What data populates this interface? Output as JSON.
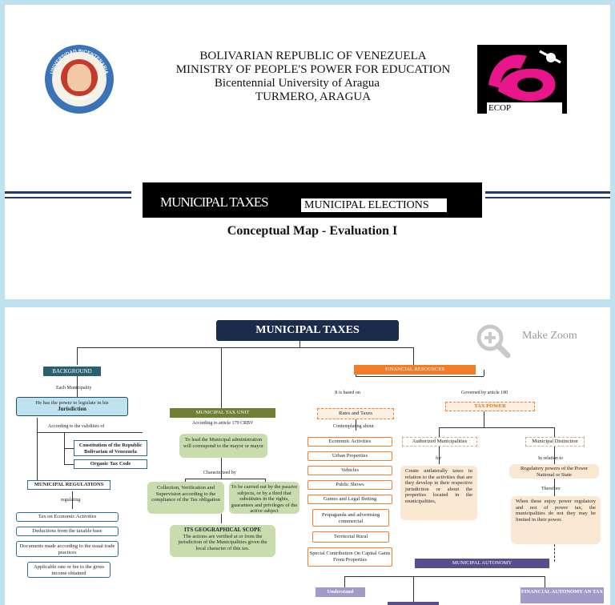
{
  "header": {
    "line1": "BOLIVARIAN REPUBLIC OF VENEZUELA",
    "line2": "MINISTRY OF PEOPLE'S POWER FOR EDUCATION",
    "line3": "Bicentennial University of Aragua",
    "line4": "TURMERO, ARAGUA",
    "seal_text_top": "UNIVERSIDAD BICENTENARIA",
    "seal_text_bottom": "ARAGUA",
    "logo_label": "ECOP"
  },
  "banner": {
    "left": "MUNICIPAL TAXES",
    "right": "MUNICIPAL ELECTIONS"
  },
  "subtitle": "Conceptual Map - Evaluation I",
  "map": {
    "title": "MUNICIPAL TAXES",
    "zoom_label": "Make Zoom",
    "background": {
      "title": "BACKGROUND",
      "each": "Each Municipality",
      "power": "He has the power to legislate in his",
      "jurisdiction": "Jurisdiction",
      "according": "According to the validities of",
      "constitution": "Constitution of the Republic Bolivarian of Venezuela",
      "organic": "Organic Tax Code",
      "regulations": "MUNICIPAL REGULATIONS",
      "regulating": "regulating",
      "items": [
        "Tax on Economic Activities",
        "Deductions from the taxable base",
        "Documents made according to the usual trade practices",
        "Applicable rate or fee to the gross income obtained"
      ]
    },
    "unit": {
      "title": "MUNICIPAL TAX UNIT",
      "according": "According to article 179 CRBV",
      "lead": "To lead the Municipal administration will correspond to the mayor or mayor",
      "characterized": "Characterized by",
      "left": "Collection, Verification and Supervision according to the compliance of the Tax obligation",
      "right": "To be carried out by the passive subjects, or by a third that substitutes in the rights, guarantees and privileges of the active subject",
      "scope_title": "ITS GEOGRAPHICAL SCOPE",
      "scope_text": "The actions are verified at or from the jurisdiction of the Municipalities given the local character of this tax."
    },
    "resources": {
      "title": "FINANCIAL RESOURCES",
      "based": "It is based on",
      "governed": "Governed by article 180",
      "rates": "Rates and Taxes",
      "tax_power": "TAX POWER",
      "contemplating": "Contemplating about",
      "items": [
        "Economic Activities",
        "Urban Properties",
        "Vehicles",
        "Public Shows",
        "Games and Legal Betting",
        "Propaganda and advertising commercial",
        "Territorial Rural",
        "Special Contribution On Capital Gains From Properties"
      ],
      "authorized": "Authorized Municipalities",
      "for": "for",
      "create": "Create unilaterally taxes in relation to the activities that are they develop in their respective jurisdiction or about the properties located in the municipalities,",
      "distinction": "Municipal Distinction",
      "relation": "In relation to",
      "regulatory": "Regulatory powers of the Power National or State",
      "therefore": "Therefore",
      "when": "When these enjoy power regulatory and not of power tax, the municipalities do not they may be limited in their power.",
      "autonomy": "MUNICIPAL AUTONOMY",
      "understand": "Understand",
      "fin_autonomy": "FINANCIAL AUTONOMY AN TAX"
    }
  }
}
